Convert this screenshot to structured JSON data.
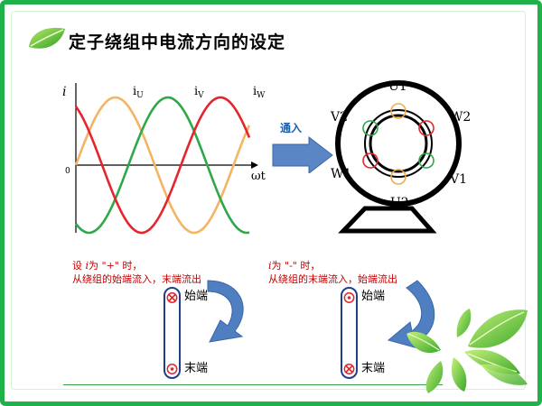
{
  "title": "定子绕组中电流方向的设定",
  "wave_plot": {
    "y_axis_label": "i",
    "x_axis_label": "ωt",
    "origin_label": "0",
    "curve_labels": {
      "u_base": "i",
      "u_sub": "U",
      "v_base": "i",
      "v_sub": "V",
      "w_base": "i",
      "w_sub": "W"
    },
    "colors": {
      "u": "#f5b463",
      "v": "#2ea84a",
      "w": "#e5252d"
    }
  },
  "arrow_label": "通入",
  "motor": {
    "labels": {
      "top": "U1",
      "bottom": "U2",
      "upper_left": "V2",
      "upper_right": "W2",
      "lower_left": "W1",
      "lower_right": "V1"
    },
    "colors": {
      "ring": "#111111",
      "slot_orange": "#f5a94a",
      "slot_green": "#2ea84a",
      "slot_red": "#e5252d"
    }
  },
  "positive_case": {
    "line1_pre": "设 ",
    "line1_italic": "i",
    "line1_post": "为 \"+\" 时，",
    "line2": "从绕组的始端流入，末端流出",
    "start_label": "始端",
    "end_label": "末端"
  },
  "negative_case": {
    "line1_italic": "i",
    "line1_post": "为 \"-\" 时，",
    "line2": "从绕组的末端流入，始端流出",
    "start_label": "始端",
    "end_label": "末端"
  },
  "colors": {
    "frame": "#1fb24a",
    "note_text": "#c00000",
    "big_arrow": "#4f7fc0",
    "leaf": "#58c234"
  }
}
